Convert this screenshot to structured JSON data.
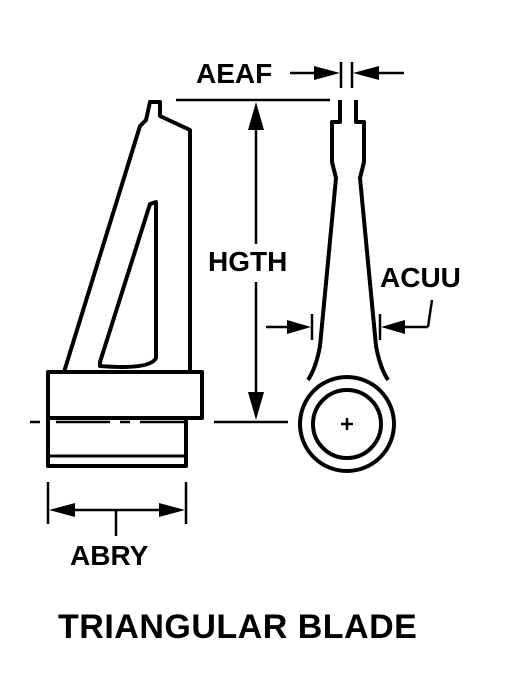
{
  "labels": {
    "aeaf": "AEAF",
    "hgth": "HGTH",
    "acuu": "ACUU",
    "abry": "ABRY"
  },
  "title": "TRIANGULAR BLADE",
  "colors": {
    "line": "#000000",
    "background": "#ffffff"
  }
}
